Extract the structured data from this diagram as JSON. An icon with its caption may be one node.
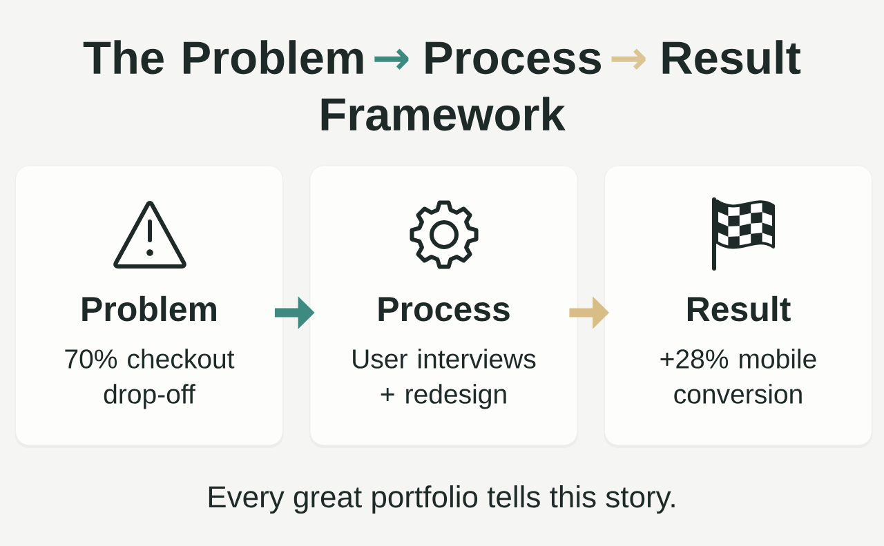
{
  "diagram": {
    "title": "The Problem → Process → Result Framework",
    "nodes": [
      {
        "text": [
          "Problem",
          "70% checkout drop-off"
        ]
      },
      {
        "text": [
          "Process",
          "User interviews + redesign"
        ]
      },
      {
        "text": [
          "Result",
          "+28% mobile conversion"
        ]
      }
    ],
    "edges": [
      {
        "from": 0,
        "to": 1,
        "arrow": "to",
        "color": "#3e8a80"
      },
      {
        "from": 1,
        "to": 2,
        "arrow": "to",
        "color": "#d8bd86"
      }
    ],
    "caption": "Every great portfolio tells this story."
  }
}
